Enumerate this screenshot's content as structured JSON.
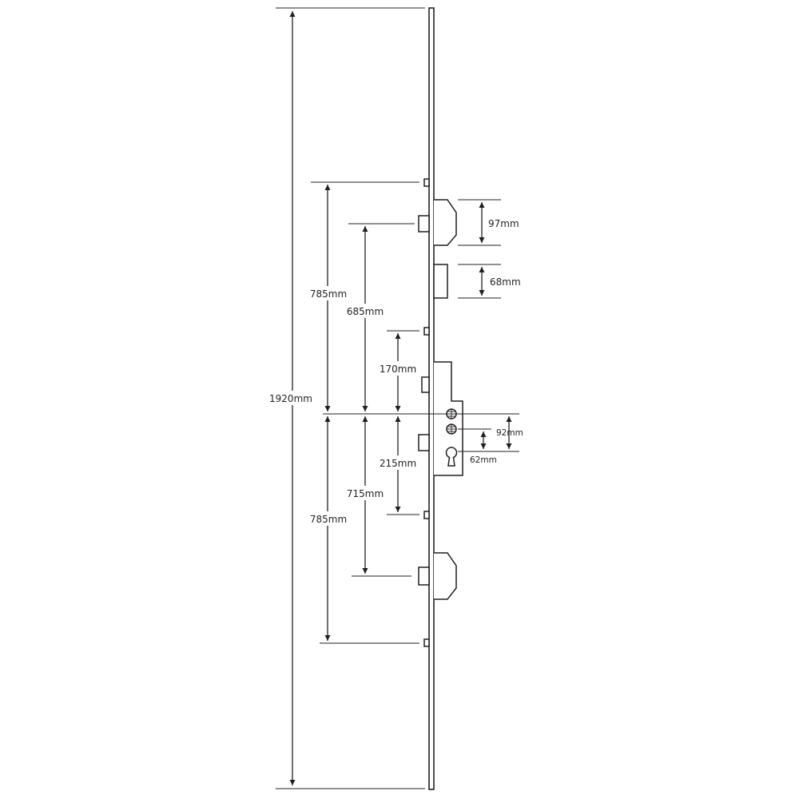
{
  "colors": {
    "ink": "#231f20",
    "background": "#ffffff"
  },
  "dimensions": {
    "overall_length": "1920mm",
    "upper_roller_to_centre": "785mm",
    "upper_hook_to_centre": "685mm",
    "upper_bolt_to_centre": "170mm",
    "centre_to_lower_bolt": "215mm",
    "centre_to_lower_hook": "715mm",
    "centre_to_lower_roller": "785mm",
    "upper_hook_height": "97mm",
    "deadbolt_height": "68mm",
    "centre_to_spindle": "92mm",
    "spindle_to_cylinder": "62mm"
  }
}
